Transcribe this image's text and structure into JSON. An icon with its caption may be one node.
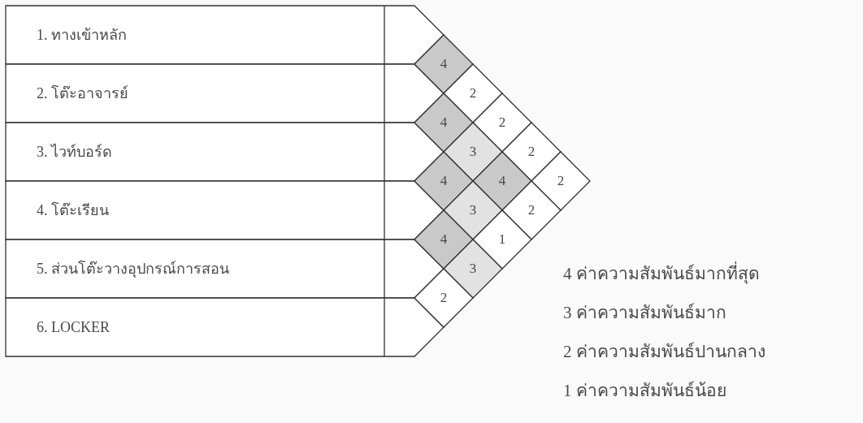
{
  "diagram": {
    "nodes": [
      {
        "text": [
          "1. ทางเข้าหลัก"
        ]
      },
      {
        "text": [
          "2. โต๊ะอาจารย์"
        ]
      },
      {
        "text": [
          "3. ไวท์บอร์ด"
        ]
      },
      {
        "text": [
          "4. โต๊ะเรียน"
        ]
      },
      {
        "text": [
          "5. ส่วนโต๊ะวางอุปกรณ์การสอน"
        ]
      },
      {
        "text": [
          "6. LOCKER"
        ]
      },
      {
        "text": [
          "4"
        ]
      },
      {
        "text": [
          "2"
        ]
      },
      {
        "text": [
          "4"
        ]
      },
      {
        "text": [
          "2"
        ]
      },
      {
        "text": [
          "3"
        ]
      },
      {
        "text": [
          "2"
        ]
      },
      {
        "text": [
          "4"
        ]
      },
      {
        "text": [
          "4"
        ]
      },
      {
        "text": [
          "2"
        ]
      },
      {
        "text": [
          "3"
        ]
      },
      {
        "text": [
          "2"
        ]
      },
      {
        "text": [
          "4"
        ]
      },
      {
        "text": [
          "1"
        ]
      },
      {
        "text": [
          "3"
        ]
      },
      {
        "text": [
          "2"
        ]
      }
    ],
    "labels": [
      "4 ค่าความสัมพันธ์มากที่สุด",
      "3 ค่าความสัมพันธ์มาก",
      "2 ค่าความสัมพันธ์ปานกลาง",
      "1 ค่าความสัมพันธ์น้อย"
    ]
  }
}
